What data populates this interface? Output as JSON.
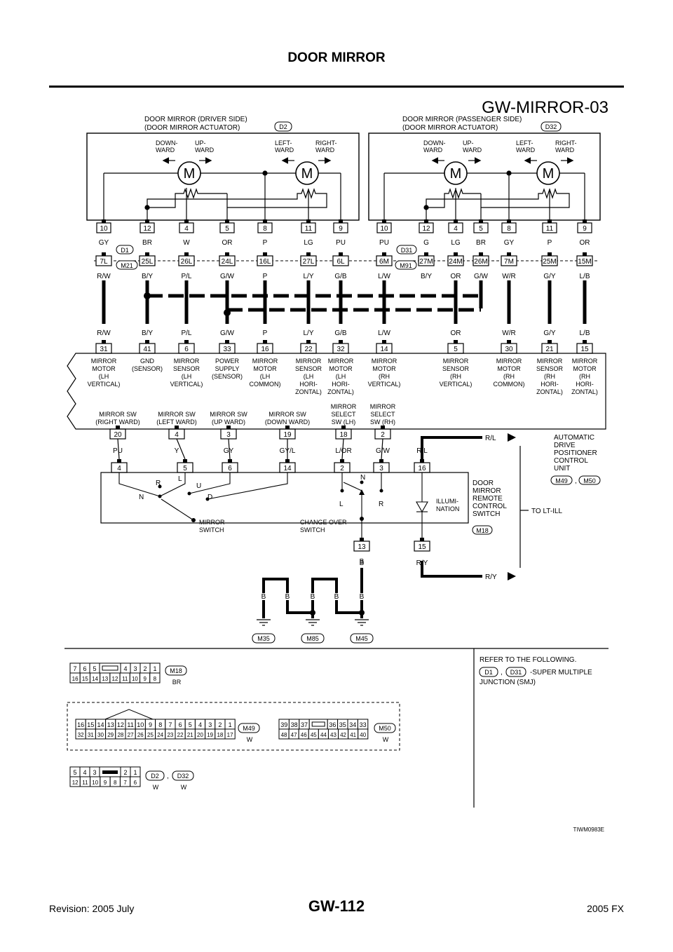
{
  "header": {
    "title": "DOOR MIRROR",
    "code": "GW-MIRROR-03"
  },
  "footer": {
    "page": "GW-112",
    "revision": "Revision: 2005 July",
    "model": "2005 FX"
  },
  "driver": {
    "line1": "DOOR MIRROR (DRIVER SIDE)",
    "line2": "(DOOR MIRROR ACTUATOR)",
    "conn": "D2"
  },
  "passenger": {
    "line1": "DOOR MIRROR (PASSENGER SIDE)",
    "line2": "(DOOR MIRROR ACTUATOR)",
    "conn": "D32"
  },
  "dir": {
    "down": [
      "DOWN-",
      "WARD"
    ],
    "up": [
      "UP-",
      "WARD"
    ],
    "left": [
      "LEFT-",
      "WARD"
    ],
    "right": [
      "RIGHT-",
      "WARD"
    ],
    "motor": "M"
  },
  "pins": {
    "act_l": [
      "10",
      "12",
      "4",
      "5",
      "8",
      "11",
      "9"
    ],
    "act_r": [
      "10",
      "12",
      "4",
      "5",
      "8",
      "11",
      "9"
    ],
    "act_l_col": [
      "GY",
      "BR",
      "W",
      "OR",
      "P",
      "LG",
      "PU"
    ],
    "act_r_col": [
      "PU",
      "G",
      "LG",
      "BR",
      "GY",
      "P",
      "OR"
    ],
    "smj_l": [
      "7L",
      "25L",
      "26L",
      "24L",
      "16L",
      "27L",
      "6L"
    ],
    "smj_r": [
      "6M",
      "27M",
      "24M",
      "26M",
      "7M",
      "25M",
      "15M"
    ],
    "smj_l_col": [
      "R/W",
      "B/Y",
      "P/L",
      "G/W",
      "P",
      "L/Y",
      "G/B"
    ],
    "smj_r_col": [
      "L/W",
      "B/Y",
      "OR",
      "G/W",
      "W/R",
      "G/Y",
      "L/B"
    ],
    "unit_top_col": [
      "R/W",
      "B/Y",
      "P/L",
      "G/W",
      "P",
      "L/Y",
      "G/B",
      "L/W",
      "OR",
      "W/R",
      "G/Y",
      "L/B"
    ],
    "unit_top": [
      "31",
      "41",
      "6",
      "33",
      "16",
      "22",
      "32",
      "14",
      "5",
      "30",
      "21",
      "15"
    ],
    "unit_bot": [
      "20",
      "4",
      "3",
      "19",
      "18",
      "2"
    ],
    "unit_bot_col": [
      "PU",
      "Y",
      "GY",
      "GY/L",
      "L/OR",
      "G/W",
      "R/L"
    ],
    "sw_top": [
      "4",
      "5",
      "6",
      "14",
      "2",
      "3",
      "16"
    ],
    "sw_bot": [
      "13",
      "15"
    ],
    "sw_bot_col": [
      "B",
      "R/Y"
    ]
  },
  "smj": {
    "a": "D1",
    "b": "M21",
    "c": "D31",
    "d": "M91"
  },
  "unit": {
    "f1": [
      "MIRROR",
      "MOTOR",
      "(LH",
      "VERTICAL)"
    ],
    "f2": [
      "GND",
      "(SENSOR)"
    ],
    "f3": [
      "MIRROR",
      "SENSOR",
      "(LH",
      "VERTICAL)"
    ],
    "f4": [
      "POWER",
      "SUPPLY",
      "(SENSOR)"
    ],
    "f5": [
      "MIRROR",
      "MOTOR",
      "(LH",
      "COMMON)"
    ],
    "f6": [
      "MIRROR",
      "SENSOR",
      "(LH",
      "HORI-",
      "ZONTAL)"
    ],
    "f7": [
      "MIRROR",
      "MOTOR",
      "(LH",
      "HORI-",
      "ZONTAL)"
    ],
    "f8": [
      "MIRROR",
      "MOTOR",
      "(RH",
      "VERTICAL)"
    ],
    "f9": [
      "MIRROR",
      "SENSOR",
      "(RH",
      "VERTICAL)"
    ],
    "f10": [
      "MIRROR",
      "MOTOR",
      "(RH",
      "COMMON)"
    ],
    "f11": [
      "MIRROR",
      "SENSOR",
      "(RH",
      "HORI-",
      "ZONTAL)"
    ],
    "f12": [
      "MIRROR",
      "MOTOR",
      "(RH",
      "HORI-",
      "ZONTAL)"
    ],
    "g1": [
      "MIRROR SW",
      "(RIGHT WARD)"
    ],
    "g2": [
      "MIRROR SW",
      "(LEFT WARD)"
    ],
    "g3": [
      "MIRROR SW",
      "(UP WARD)"
    ],
    "g4": [
      "MIRROR SW",
      "(DOWN WARD)"
    ],
    "g5": [
      "MIRROR",
      "SELECT",
      "SW (LH)"
    ],
    "g6": [
      "MIRROR",
      "SELECT",
      "SW (RH)"
    ],
    "name": [
      "AUTOMATIC",
      "DRIVE",
      "POSITIONER",
      "CONTROL",
      "UNIT"
    ],
    "conn1": "M49",
    "conn2": "M50"
  },
  "switch": {
    "name": [
      "DOOR",
      "MIRROR",
      "REMOTE",
      "CONTROL",
      "SWITCH"
    ],
    "conn": "M18",
    "mirror_sw": [
      "MIRROR",
      "SWITCH"
    ],
    "change_sw": [
      "CHANGE OVER",
      "SWITCH"
    ],
    "illum": [
      "ILLUMI-",
      "NATION"
    ],
    "pos": {
      "R": "R",
      "L": "L",
      "U": "U",
      "N": "N",
      "D": "D"
    }
  },
  "arrows": {
    "rl": "R/L",
    "ry": "R/Y",
    "to": "TO LT-ILL"
  },
  "grounds": {
    "wire": "B",
    "g1": "M35",
    "g2": "M85",
    "g3": "M45"
  },
  "legend": {
    "refer": [
      "REFER TO THE FOLLOWING."
    ],
    "smj_tail": "-SUPER MULTIPLE",
    "smj_tail2": "JUNCTION (SMJ)",
    "d1": "D1",
    "d31": "D31",
    "comma": ",",
    "m18": {
      "conn": "M18",
      "color": "BR",
      "top": [
        "7",
        "6",
        "5",
        "4",
        "3",
        "2",
        "1"
      ],
      "bot": [
        "16",
        "15",
        "14",
        "13",
        "12",
        "11",
        "10",
        "9",
        "8"
      ]
    },
    "m49": {
      "conn": "M49",
      "color": "W",
      "top": [
        "16",
        "15",
        "14",
        "13",
        "12",
        "11",
        "10",
        "9",
        "8",
        "7",
        "6",
        "5",
        "4",
        "3",
        "2",
        "1"
      ],
      "bot": [
        "32",
        "31",
        "30",
        "29",
        "28",
        "27",
        "26",
        "25",
        "24",
        "23",
        "22",
        "21",
        "20",
        "19",
        "18",
        "17"
      ]
    },
    "m50": {
      "conn": "M50",
      "color": "W",
      "top": [
        "39",
        "38",
        "37",
        "36",
        "35",
        "34",
        "33"
      ],
      "bot": [
        "48",
        "47",
        "46",
        "45",
        "44",
        "43",
        "42",
        "41",
        "40"
      ]
    },
    "d2": {
      "conn": "D2",
      "conn2": "D32",
      "color": "W",
      "top": [
        "5",
        "4",
        "3",
        "2",
        "1"
      ],
      "bot": [
        "12",
        "11",
        "10",
        "9",
        "8",
        "7",
        "6"
      ]
    }
  },
  "figure_id": "TIWM0983E"
}
